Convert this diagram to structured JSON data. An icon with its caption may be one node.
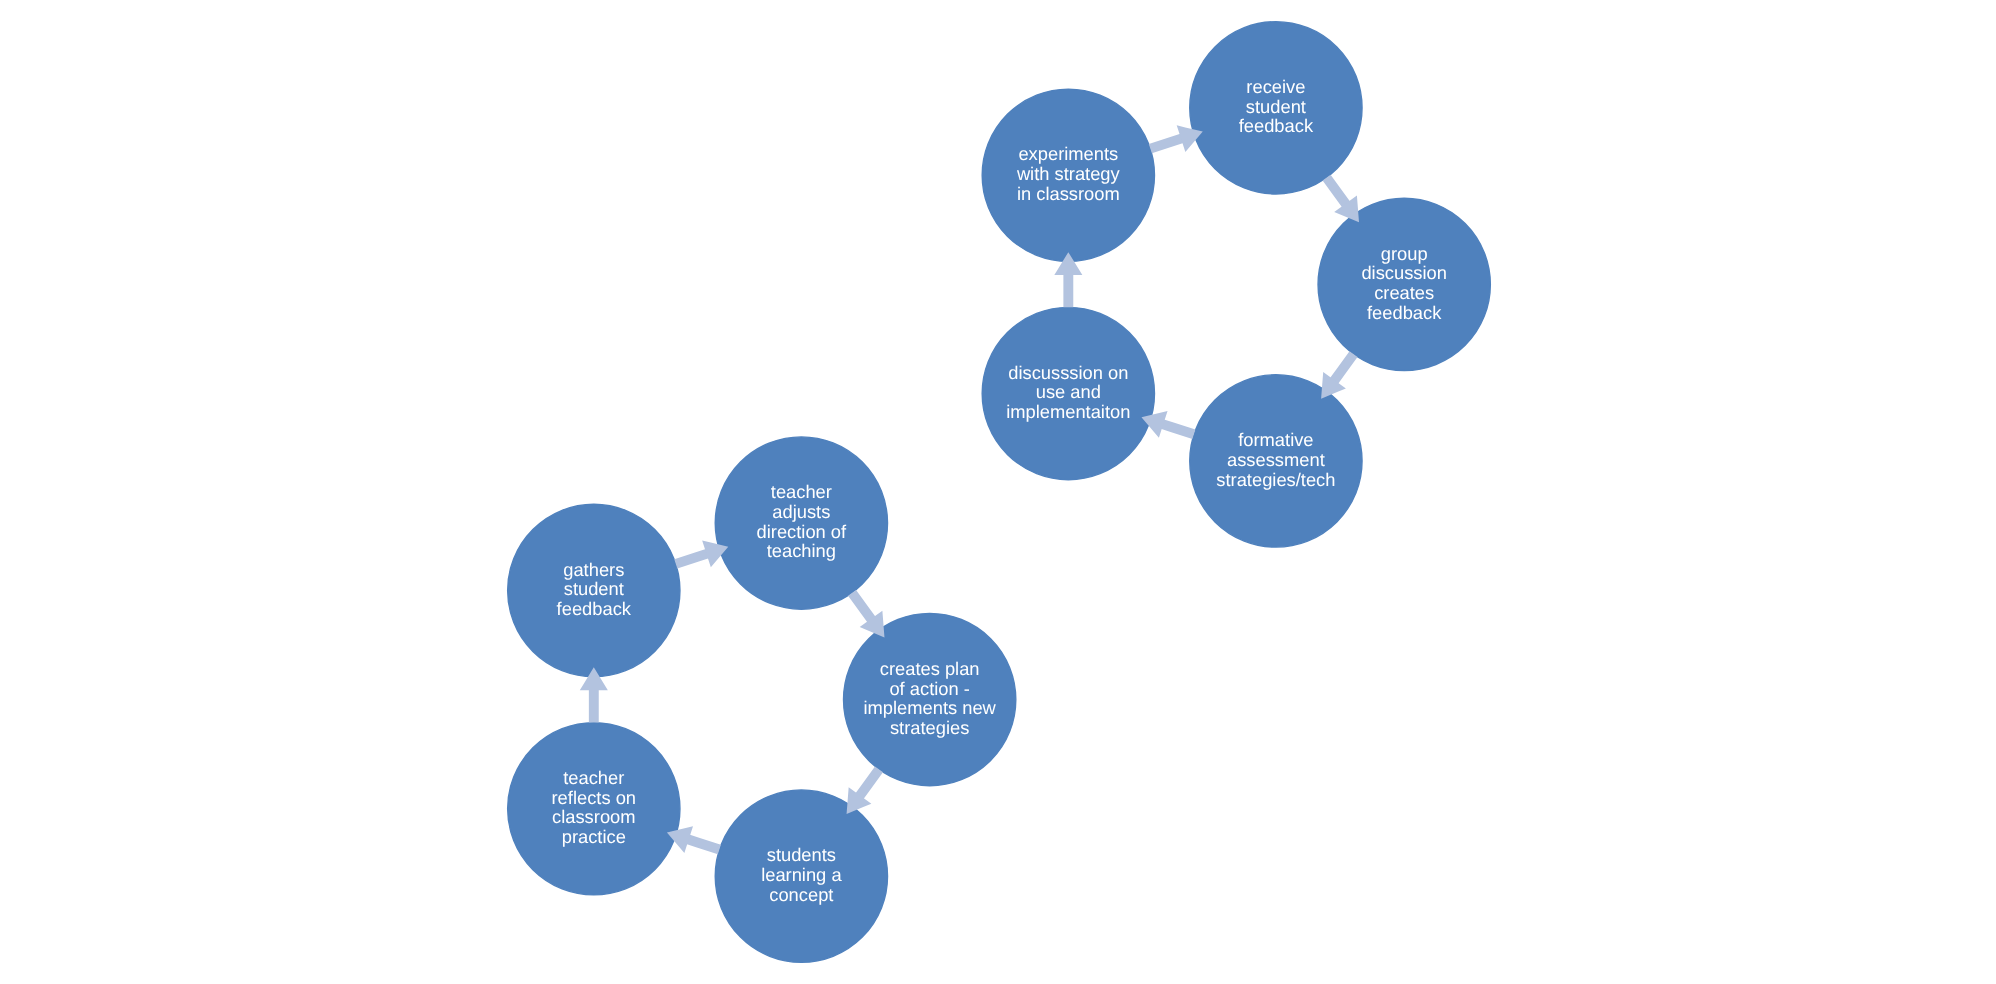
{
  "diagram": {
    "nodes": [
      {
        "text": [
          "students learning a concept"
        ]
      },
      {
        "text": [
          "teacher reflects on classroom practice"
        ]
      },
      {
        "text": [
          "gathers student feedback"
        ]
      },
      {
        "text": [
          "teacher adjusts direction of teaching"
        ]
      },
      {
        "text": [
          "creates plan of action - implements new strategies"
        ]
      },
      {
        "text": [
          "formative assessment strategies/tech"
        ]
      },
      {
        "text": [
          "discusssion on use and implementaiton"
        ]
      },
      {
        "text": [
          "experiments with strategy in classroom"
        ]
      },
      {
        "text": [
          "receive student feedback"
        ]
      },
      {
        "text": [
          "group discussion creates feedback"
        ]
      }
    ],
    "edges": [
      {
        "from": 0,
        "to": 1,
        "arrow": "to"
      },
      {
        "from": 1,
        "to": 2,
        "arrow": "to"
      },
      {
        "from": 2,
        "to": 3,
        "arrow": "to"
      },
      {
        "from": 3,
        "to": 4,
        "arrow": "to"
      },
      {
        "from": 4,
        "to": 0,
        "arrow": "to"
      },
      {
        "from": 5,
        "to": 6,
        "arrow": "to"
      },
      {
        "from": 6,
        "to": 7,
        "arrow": "to"
      },
      {
        "from": 7,
        "to": 8,
        "arrow": "to"
      },
      {
        "from": 8,
        "to": 9,
        "arrow": "to"
      },
      {
        "from": 9,
        "to": 5,
        "arrow": "to"
      }
    ]
  }
}
